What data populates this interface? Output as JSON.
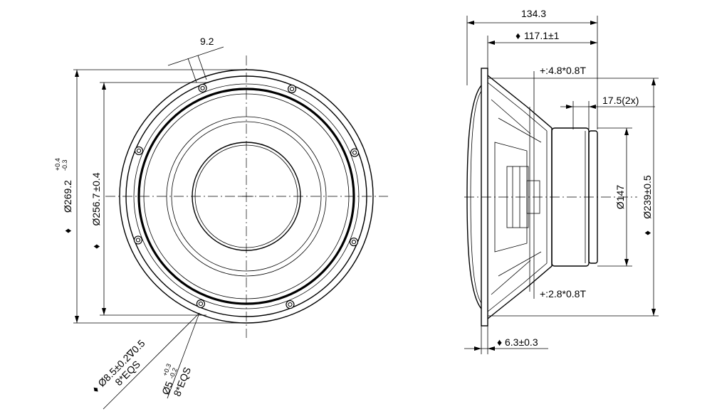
{
  "front_view": {
    "hole_spacing": "9.2",
    "outer_diameter": {
      "symbol": "Ø",
      "value": "269.2",
      "tol_upper": "+0.4",
      "tol_lower": "-0.3"
    },
    "cutout_diameter": {
      "symbol": "Ø",
      "value": "256.7",
      "tol": "±0.4"
    },
    "mount_hole_large": {
      "line1": "Ø8.5±0.2∇0.5",
      "line2": "8*EQS"
    },
    "mount_hole_small": {
      "symbol": "Ø",
      "value": "5",
      "tol_upper": "+0.3",
      "tol_lower": "-0.2",
      "line2": "8*EQS"
    }
  },
  "side_view": {
    "overall_depth": "134.3",
    "depth_from_flange": "117.1±1",
    "terminal_top": "+:4.8*0.8T",
    "terminal_bottom": "+:2.8*0.8T",
    "magnet_height": "17.5(2x)",
    "magnet_diameter": "Ø147",
    "basket_diameter": "Ø239±0.5",
    "flange_thickness": "6.3±0.3"
  }
}
